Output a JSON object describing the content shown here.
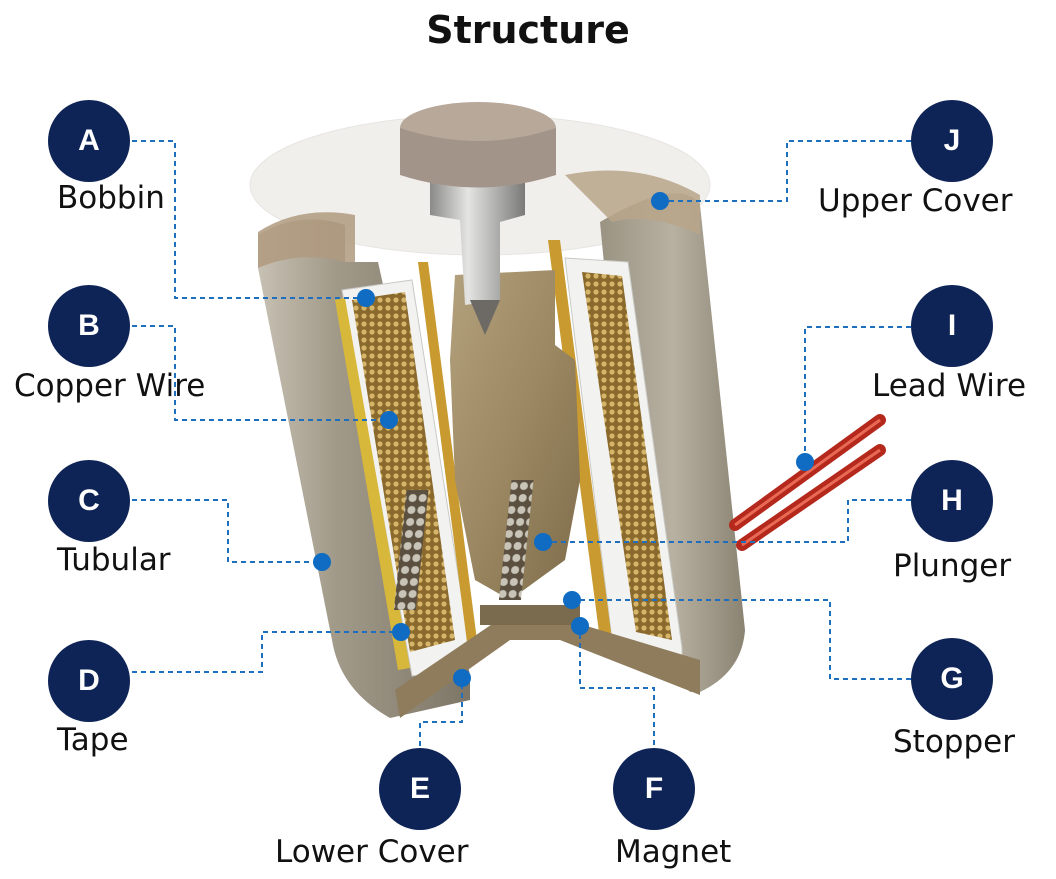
{
  "title": "Structure",
  "colors": {
    "badge": "#0e2456",
    "leader": "#1f6fbf",
    "dot": "#0f6cc2",
    "lead_wire": "#b5281c"
  },
  "parts": [
    {
      "id": "A",
      "label": "Bobbin"
    },
    {
      "id": "B",
      "label": "Copper Wire"
    },
    {
      "id": "C",
      "label": "Tubular"
    },
    {
      "id": "D",
      "label": "Tape"
    },
    {
      "id": "E",
      "label": "Lower Cover"
    },
    {
      "id": "F",
      "label": "Magnet"
    },
    {
      "id": "G",
      "label": "Stopper"
    },
    {
      "id": "H",
      "label": "Plunger"
    },
    {
      "id": "I",
      "label": "Lead Wire"
    },
    {
      "id": "J",
      "label": "Upper Cover"
    }
  ]
}
